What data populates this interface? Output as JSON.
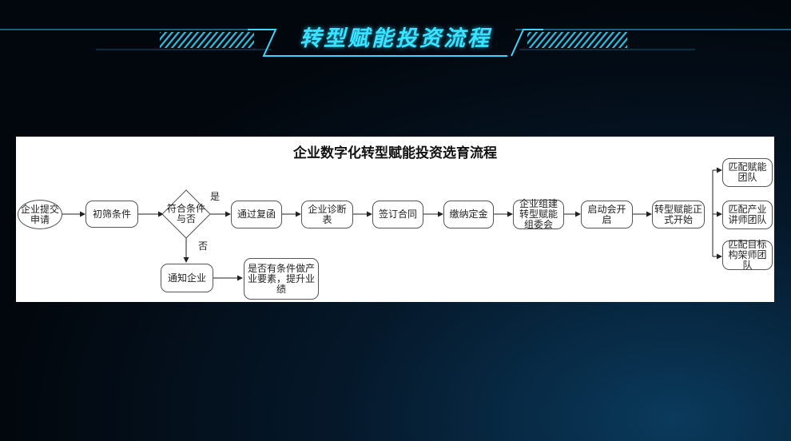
{
  "page": {
    "title": "转型赋能投资流程"
  },
  "diagram": {
    "title": "企业数字化转型赋能投资选育流程",
    "nodes": {
      "apply": "企业提交申请",
      "screen": "初筛条件",
      "decision": "符合条件与否",
      "review": "通过复函",
      "diagnosis": "企业诊断表",
      "contract": "签订合同",
      "deposit": "缴纳定金",
      "committee": "企业组建转型赋能组委会",
      "kickoff": "启动会开启",
      "start": "转型赋能正式开始",
      "team1": "匹配赋能团队",
      "team2": "匹配产业讲师团队",
      "team3": "匹配目标构架师团队",
      "notify": "通知企业",
      "question": "是否有条件做产业要素，提升业绩"
    },
    "edge_labels": {
      "yes": "是",
      "no": "否"
    }
  }
}
